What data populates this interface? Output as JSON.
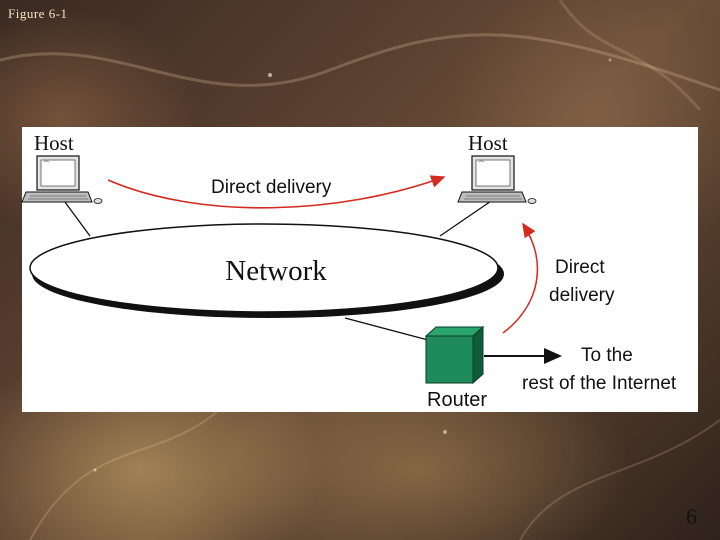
{
  "figure_label": "Figure 6-1",
  "diagram": {
    "host_left_label": "Host",
    "host_right_label": "Host",
    "network_label": "Network",
    "direct_delivery_top": "Direct delivery",
    "direct_delivery_right_line1": "Direct",
    "direct_delivery_right_line2": "delivery",
    "router_label": "Router",
    "internet_line1": "To the",
    "internet_line2": "rest of the Internet"
  },
  "colors": {
    "arrow": "#d42a20",
    "router": "#1f8a5a",
    "router_dark": "#0b3b24"
  },
  "page_number": "6"
}
